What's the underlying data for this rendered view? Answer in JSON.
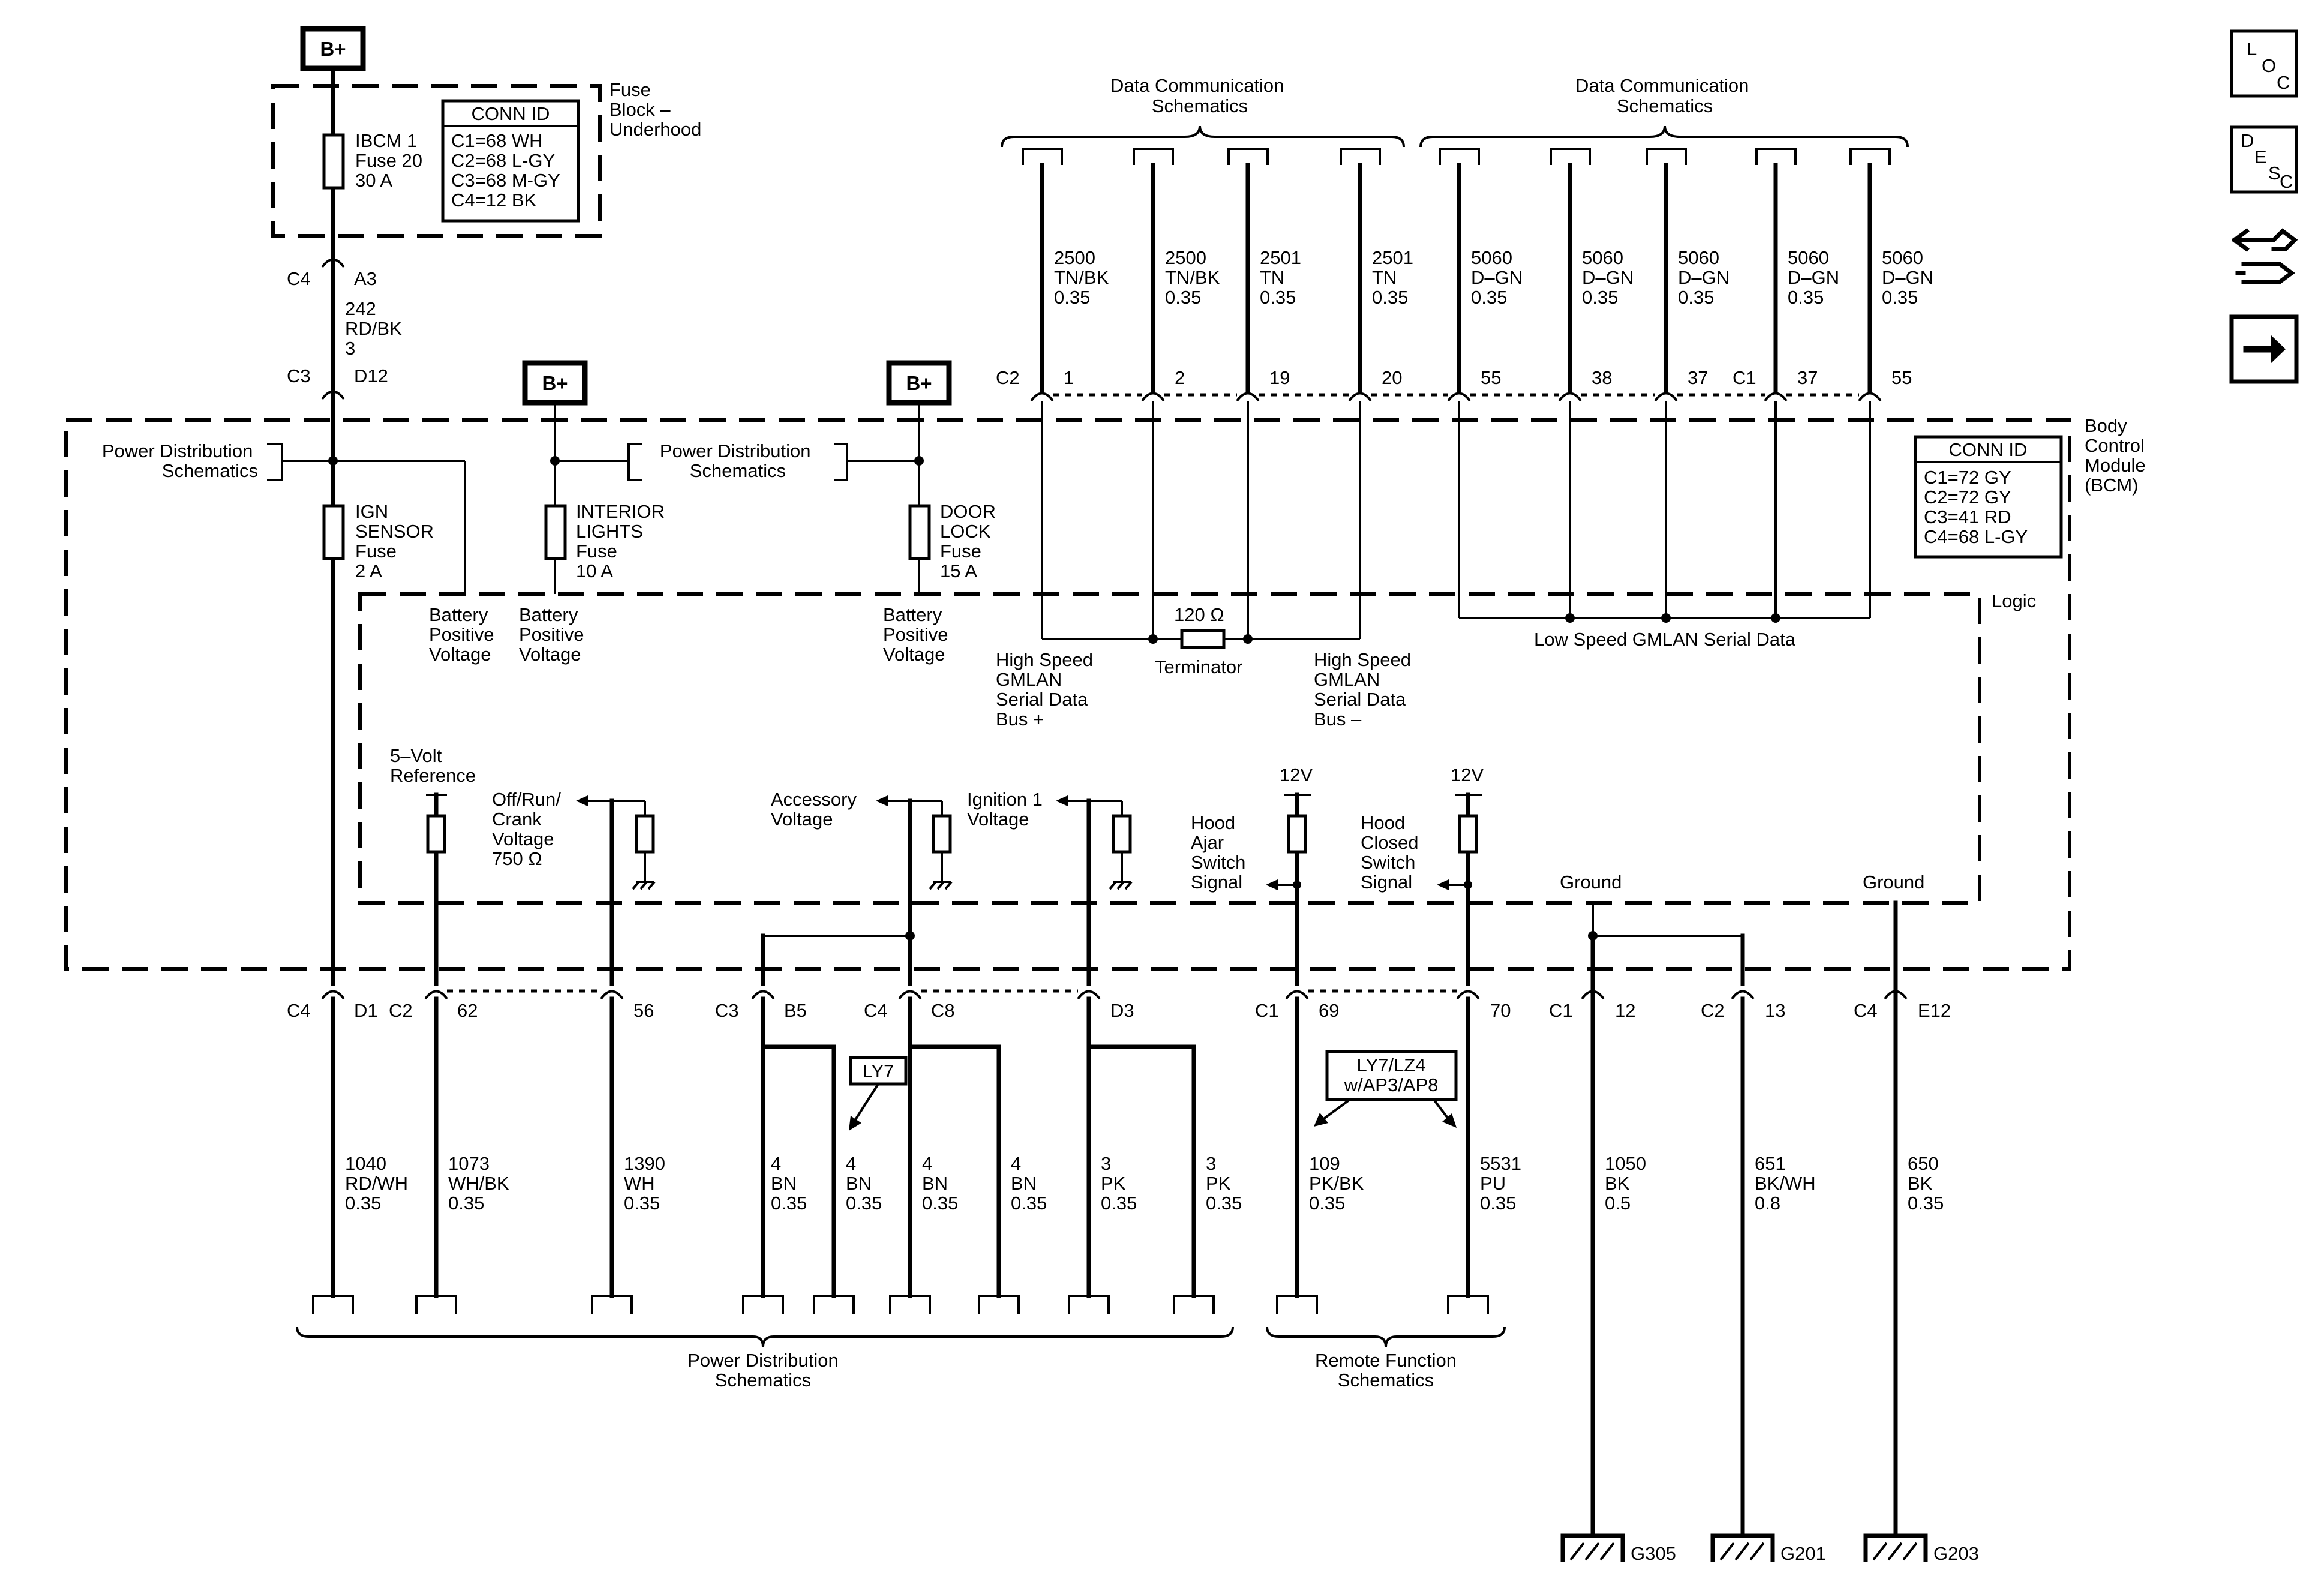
{
  "fuse_block": {
    "b_plus": "B+",
    "label": [
      "Fuse",
      "Block –",
      "Underhood"
    ],
    "fuse": [
      "IBCM 1",
      "Fuse 20",
      "30 A"
    ],
    "conn_id": {
      "title": "CONN ID",
      "lines": [
        "C1=68 WH",
        "C2=68 L-GY",
        "C3=68 M-GY",
        "C4=12 BK"
      ]
    }
  },
  "feed_wire": {
    "top_conn": "C4",
    "top_pin": "A3",
    "wire": [
      "242",
      "RD/BK",
      "3"
    ],
    "bot_conn": "C3",
    "bot_pin": "D12"
  },
  "data_comm": {
    "left": [
      "Data Communication",
      "Schematics"
    ],
    "right": [
      "Data Communication",
      "Schematics"
    ]
  },
  "hs_wires": [
    {
      "circuit": "2500",
      "color": "TN/BK",
      "gauge": "0.35",
      "pin": "1",
      "conn": "C2"
    },
    {
      "circuit": "2500",
      "color": "TN/BK",
      "gauge": "0.35",
      "pin": "2",
      "conn": ""
    },
    {
      "circuit": "2501",
      "color": "TN",
      "gauge": "0.35",
      "pin": "19",
      "conn": ""
    },
    {
      "circuit": "2501",
      "color": "TN",
      "gauge": "0.35",
      "pin": "20",
      "conn": ""
    }
  ],
  "ls_wires": [
    {
      "circuit": "5060",
      "color": "D–GN",
      "gauge": "0.35",
      "pin": "55",
      "conn": ""
    },
    {
      "circuit": "5060",
      "color": "D–GN",
      "gauge": "0.35",
      "pin": "38",
      "conn": ""
    },
    {
      "circuit": "5060",
      "color": "D–GN",
      "gauge": "0.35",
      "pin": "37",
      "conn": ""
    },
    {
      "circuit": "5060",
      "color": "D–GN",
      "gauge": "0.35",
      "pin": "37",
      "conn": "C1"
    },
    {
      "circuit": "5060",
      "color": "D–GN",
      "gauge": "0.35",
      "pin": "55",
      "conn": ""
    }
  ],
  "bcm": {
    "label": [
      "Body",
      "Control",
      "Module",
      "(BCM)"
    ],
    "conn_id": {
      "title": "CONN ID",
      "lines": [
        "C1=72 GY",
        "C2=72 GY",
        "C3=41 RD",
        "C4=68 L-GY"
      ]
    },
    "logic": "Logic",
    "pd_left": [
      "Power Distribution",
      "Schematics"
    ],
    "pd_mid": [
      "Power Distribution",
      "Schematics"
    ],
    "b_plus_mid": "B+",
    "b_plus_right": "B+",
    "fuse_ign": [
      "IGN",
      "SENSOR",
      "Fuse",
      "2 A"
    ],
    "fuse_int": [
      "INTERIOR",
      "LIGHTS",
      "Fuse",
      "10 A"
    ],
    "fuse_door": [
      "DOOR",
      "LOCK",
      "Fuse",
      "15 A"
    ],
    "bpv1": [
      "Battery",
      "Positive",
      "Voltage"
    ],
    "bpv2": [
      "Battery",
      "Positive",
      "Voltage"
    ],
    "bpv3": [
      "Battery",
      "Positive",
      "Voltage"
    ],
    "hs_plus": [
      "High Speed",
      "GMLAN",
      "Serial Data",
      "Bus +"
    ],
    "hs_minus": [
      "High Speed",
      "GMLAN",
      "Serial Data",
      "Bus –"
    ],
    "terminator_value": "120 Ω",
    "terminator": "Terminator",
    "low_speed": "Low Speed GMLAN Serial Data",
    "five_volt": [
      "5–Volt",
      "Reference"
    ],
    "off_run": [
      "Off/Run/",
      "Crank",
      "Voltage",
      "750 Ω"
    ],
    "accessory": [
      "Accessory",
      "Voltage"
    ],
    "ignition1": [
      "Ignition 1",
      "Voltage"
    ],
    "v12a": "12V",
    "v12b": "12V",
    "hood_ajar": [
      "Hood",
      "Ajar",
      "Switch",
      "Signal"
    ],
    "hood_closed": [
      "Hood",
      "Closed",
      "Switch",
      "Signal"
    ],
    "ground1": "Ground",
    "ground2": "Ground"
  },
  "bottom_conns": [
    {
      "conn": "C4",
      "pin": "D1"
    },
    {
      "conn": "C2",
      "pin": "62"
    },
    {
      "conn": "",
      "pin": "56"
    },
    {
      "conn": "C3",
      "pin": "B5"
    },
    {
      "conn": "C4",
      "pin": "C8"
    },
    {
      "conn": "",
      "pin": "D3"
    },
    {
      "conn": "C1",
      "pin": "69"
    },
    {
      "conn": "",
      "pin": "70"
    },
    {
      "conn": "C1",
      "pin": "12"
    },
    {
      "conn": "C2",
      "pin": "13"
    },
    {
      "conn": "C4",
      "pin": "E12"
    }
  ],
  "bottom_wires": [
    {
      "circuit": "1040",
      "color": "RD/WH",
      "gauge": "0.35"
    },
    {
      "circuit": "1073",
      "color": "WH/BK",
      "gauge": "0.35"
    },
    {
      "circuit": "1390",
      "color": "WH",
      "gauge": "0.35"
    },
    {
      "circuit": "4",
      "color": "BN",
      "gauge": "0.35"
    },
    {
      "circuit": "4",
      "color": "BN",
      "gauge": "0.35"
    },
    {
      "circuit": "4",
      "color": "BN",
      "gauge": "0.35"
    },
    {
      "circuit": "4",
      "color": "BN",
      "gauge": "0.35"
    },
    {
      "circuit": "3",
      "color": "PK",
      "gauge": "0.35"
    },
    {
      "circuit": "3",
      "color": "PK",
      "gauge": "0.35"
    },
    {
      "circuit": "109",
      "color": "PK/BK",
      "gauge": "0.35"
    },
    {
      "circuit": "5531",
      "color": "PU",
      "gauge": "0.35"
    },
    {
      "circuit": "1050",
      "color": "BK",
      "gauge": "0.5"
    },
    {
      "circuit": "651",
      "color": "BK/WH",
      "gauge": "0.8"
    },
    {
      "circuit": "650",
      "color": "BK",
      "gauge": "0.35"
    }
  ],
  "options": {
    "ly7": "LY7",
    "ly7lz4": [
      "LY7/LZ4",
      "w/AP3/AP8"
    ]
  },
  "pd_bottom": [
    "Power Distribution",
    "Schematics"
  ],
  "rf_bottom": [
    "Remote Function",
    "Schematics"
  ],
  "grounds": [
    "G305",
    "G201",
    "G203"
  ],
  "nav": {
    "loc": [
      "L",
      "O",
      "C"
    ],
    "desc": [
      "D",
      "E",
      "S",
      "C"
    ]
  }
}
